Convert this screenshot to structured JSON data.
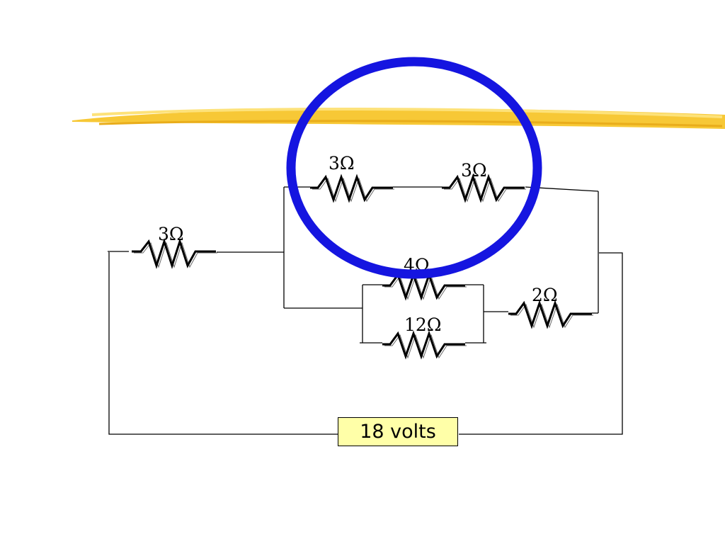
{
  "colors": {
    "background": "#ffffff",
    "brush_stroke": "#f7c52b",
    "highlight_circle": "#1515e0",
    "source_fill": "#ffffa8",
    "wire": "#000000"
  },
  "resistors": [
    {
      "id": "r-left",
      "label": "3Ω"
    },
    {
      "id": "r-top-1",
      "label": "3Ω"
    },
    {
      "id": "r-top-2",
      "label": "3Ω"
    },
    {
      "id": "r-mid",
      "label": "4Ω"
    },
    {
      "id": "r-bottom",
      "label": "12Ω"
    },
    {
      "id": "r-right",
      "label": "2Ω"
    }
  ],
  "source": {
    "label": "18 volts"
  }
}
